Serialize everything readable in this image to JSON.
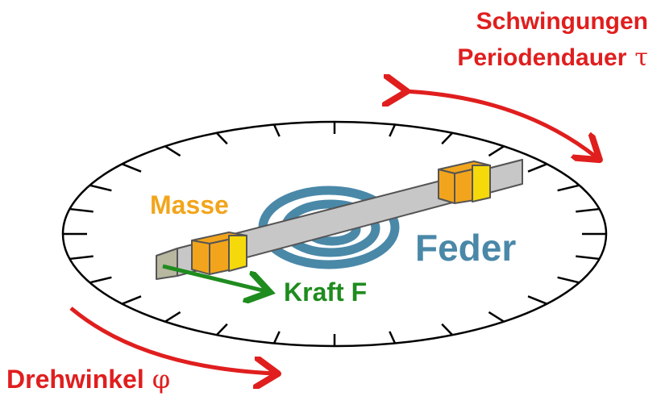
{
  "labels": {
    "title_line1": "Schwingungen",
    "title_line2": "Periodendauer",
    "tau_symbol": "τ",
    "mass": "Masse",
    "spring": "Feder",
    "force": "Kraft F",
    "angle": "Drehwinkel",
    "phi_symbol": "φ"
  },
  "colors": {
    "arrows_and_headline": "#e01e1e",
    "mass_blocks": "#f2a51c",
    "mass_faces": "#f5d90a",
    "spring": "#4a88a8",
    "force": "#1e8c1e",
    "rod": "#cfcfcf"
  }
}
